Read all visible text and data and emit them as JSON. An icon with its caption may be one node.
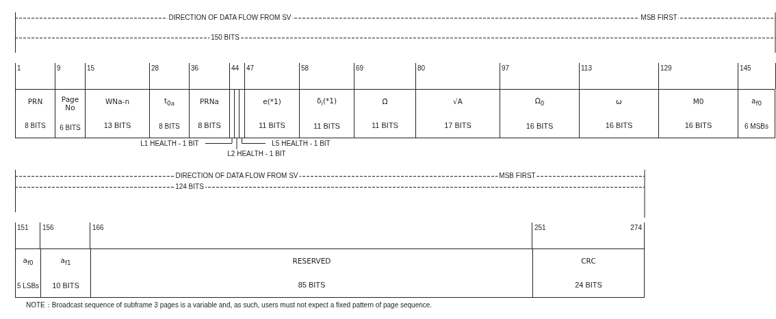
{
  "diagram": {
    "nodes": [
      {
        "text": [
          "PRN",
          "8 BITS"
        ],
        "beside": [
          "1"
        ]
      },
      {
        "text": [
          "Page No",
          "6 BITS"
        ],
        "beside": [
          "9"
        ]
      },
      {
        "text": [
          "WNa-n",
          "13 BITS"
        ],
        "beside": [
          "15"
        ]
      },
      {
        "text": [
          "t$_{0a}$",
          "8 BITS"
        ],
        "beside": [
          "28"
        ]
      },
      {
        "text": [
          "PRNa",
          "8 BITS"
        ],
        "beside": [
          "36"
        ]
      },
      {
        "text": [],
        "shape": "box",
        "beside": [
          "44"
        ]
      },
      {
        "text": [],
        "shape": "box"
      },
      {
        "text": [],
        "shape": "box"
      },
      {
        "text": [
          "e(*1)",
          "11 BITS"
        ],
        "beside": [
          "47"
        ]
      },
      {
        "text": [
          "δ$_{i}$(*1)",
          "11 BITS"
        ],
        "beside": [
          "58"
        ]
      },
      {
        "text": [
          "Ω̇",
          "11 BITS"
        ],
        "beside": [
          "69"
        ]
      },
      {
        "text": [
          "√A",
          "17 BITS"
        ],
        "beside": [
          "80"
        ]
      },
      {
        "text": [
          "Ω$_{0}$",
          "16 BITS"
        ],
        "beside": [
          "97"
        ]
      },
      {
        "text": [
          "ω",
          "16 BITS"
        ],
        "beside": [
          "113"
        ]
      },
      {
        "text": [
          "M0",
          "16 BITS"
        ],
        "beside": [
          "129"
        ]
      },
      {
        "text": [
          "a$_{f0}$",
          "6 MSBs"
        ],
        "beside": [
          "145"
        ]
      },
      {
        "text": [
          "L1 HEALTH - 1 BIT"
        ]
      },
      {
        "text": [
          "L2 HEALTH - 1 BIT"
        ]
      },
      {
        "text": [
          "L5 HEALTH - 1 BIT"
        ]
      },
      {
        "text": [
          "a$_{f0}$",
          "5 LSBs"
        ],
        "beside": [
          "151"
        ]
      },
      {
        "text": [
          "a$_{f1}$",
          "10 BITS"
        ],
        "beside": [
          "156"
        ]
      },
      {
        "text": [
          "RESERVED",
          "85 BITS"
        ],
        "beside": [
          "166"
        ]
      },
      {
        "text": [
          "CRC",
          "24 BITS"
        ],
        "beside": [
          "251",
          "274"
        ]
      }
    ],
    "edges": [
      {
        "from": 16,
        "to": 5,
        "arrow": "none"
      },
      {
        "from": 17,
        "to": 6,
        "arrow": "none"
      },
      {
        "from": 18,
        "to": 7,
        "arrow": "none"
      }
    ],
    "labels": [
      "DIRECTION OF DATA FLOW FROM SV",
      "MSB FIRST",
      "150 BITS",
      "DIRECTION OF DATA FLOW FROM SV",
      "MSB FIRST",
      "124 BITS",
      "NOTE：Broadcast sequence of subframe 3 pages is a variable and, as such, users must not expect a fixed pattern of page sequence."
    ]
  }
}
